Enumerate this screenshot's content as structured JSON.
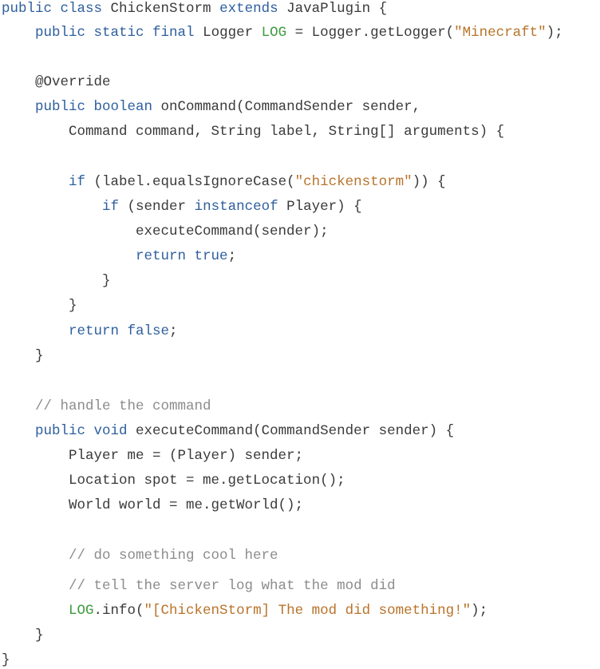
{
  "colors": {
    "keyword": "#2e5f9e",
    "constant": "#3f9b3f",
    "string": "#b8732a",
    "comment": "#8c8c8c",
    "plain": "#3a3a3a",
    "background": "#ffffff"
  },
  "lines": [
    [
      {
        "t": "public class",
        "c": "kw"
      },
      {
        "t": " ChickenStorm ",
        "c": "pl"
      },
      {
        "t": "extends",
        "c": "kw"
      },
      {
        "t": " JavaPlugin {",
        "c": "pl"
      }
    ],
    [
      {
        "t": "    ",
        "c": "pl"
      },
      {
        "t": "public static final",
        "c": "kw"
      },
      {
        "t": " Logger ",
        "c": "pl"
      },
      {
        "t": "LOG",
        "c": "ty"
      },
      {
        "t": " = Logger.getLogger(",
        "c": "pl"
      },
      {
        "t": "\"Minecraft\"",
        "c": "st"
      },
      {
        "t": ");",
        "c": "pl"
      }
    ],
    [
      {
        "t": "    @Override",
        "c": "pl"
      }
    ],
    [
      {
        "t": "    ",
        "c": "pl"
      },
      {
        "t": "public boolean",
        "c": "kw"
      },
      {
        "t": " onCommand(CommandSender sender,",
        "c": "pl"
      }
    ],
    [
      {
        "t": "        Command command, String label, String[] arguments) {",
        "c": "pl"
      }
    ],
    [
      {
        "t": "        ",
        "c": "pl"
      },
      {
        "t": "if",
        "c": "kw"
      },
      {
        "t": " (label.equalsIgnoreCase(",
        "c": "pl"
      },
      {
        "t": "\"chickenstorm\"",
        "c": "st"
      },
      {
        "t": ")) {",
        "c": "pl"
      }
    ],
    [
      {
        "t": "            ",
        "c": "pl"
      },
      {
        "t": "if",
        "c": "kw"
      },
      {
        "t": " (sender ",
        "c": "pl"
      },
      {
        "t": "instanceof",
        "c": "kw"
      },
      {
        "t": " Player) {",
        "c": "pl"
      }
    ],
    [
      {
        "t": "                executeCommand(sender);",
        "c": "pl"
      }
    ],
    [
      {
        "t": "                ",
        "c": "pl"
      },
      {
        "t": "return true",
        "c": "kw"
      },
      {
        "t": ";",
        "c": "pl"
      }
    ],
    [
      {
        "t": "            }",
        "c": "pl"
      }
    ],
    [
      {
        "t": "        }",
        "c": "pl"
      }
    ],
    [
      {
        "t": "        ",
        "c": "pl"
      },
      {
        "t": "return false",
        "c": "kw"
      },
      {
        "t": ";",
        "c": "pl"
      }
    ],
    [
      {
        "t": "    }",
        "c": "pl"
      }
    ],
    [
      {
        "t": "    // handle the command",
        "c": "cm"
      }
    ],
    [
      {
        "t": "    ",
        "c": "pl"
      },
      {
        "t": "public void",
        "c": "kw"
      },
      {
        "t": " executeCommand(CommandSender sender) {",
        "c": "pl"
      }
    ],
    [
      {
        "t": "        Player me = (Player) sender;",
        "c": "pl"
      }
    ],
    [
      {
        "t": "        Location spot = me.getLocation();",
        "c": "pl"
      }
    ],
    [
      {
        "t": "        World world = me.getWorld();",
        "c": "pl"
      }
    ],
    [
      {
        "t": "        // do something cool here",
        "c": "cm"
      }
    ],
    [
      {
        "t": "        // tell the server log what the mod did",
        "c": "cm"
      }
    ],
    [
      {
        "t": "        ",
        "c": "pl"
      },
      {
        "t": "LOG",
        "c": "ty"
      },
      {
        "t": ".info(",
        "c": "pl"
      },
      {
        "t": "\"[ChickenStorm] The mod did something!\"",
        "c": "st"
      },
      {
        "t": ");",
        "c": "pl"
      }
    ],
    [
      {
        "t": "    }",
        "c": "pl"
      }
    ],
    [
      {
        "t": "}",
        "c": "pl"
      }
    ]
  ]
}
